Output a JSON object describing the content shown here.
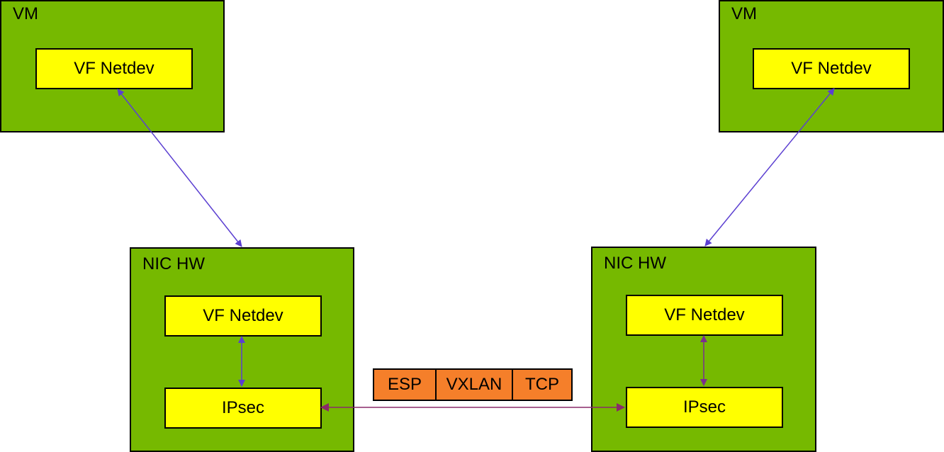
{
  "colors": {
    "container": "#76b900",
    "component": "#ffff00",
    "header_segment": "#f57f2a",
    "arrow_vf_link": "#5b3fd1",
    "arrow_internal": "#7a2f8f",
    "arrow_tunnel": "#8a2a6a"
  },
  "left_vm": {
    "title": "VM",
    "netdev_label": "VF Netdev"
  },
  "right_vm": {
    "title": "VM",
    "netdev_label": "VF Netdev"
  },
  "left_nic": {
    "title": "NIC HW",
    "netdev_label": "VF Netdev",
    "ipsec_label": "IPsec"
  },
  "right_nic": {
    "title": "NIC HW",
    "netdev_label": "VF Netdev",
    "ipsec_label": "IPsec"
  },
  "packet_header": {
    "segments": [
      "ESP",
      "VXLAN",
      "TCP"
    ]
  }
}
